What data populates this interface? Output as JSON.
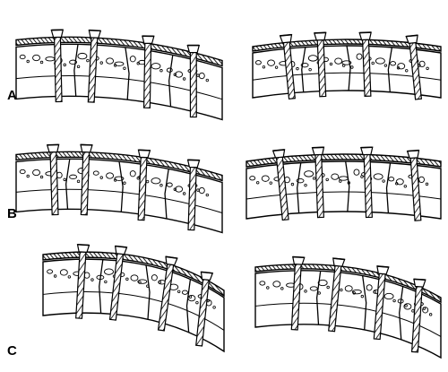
{
  "figure": {
    "rows": [
      {
        "label": "A",
        "left_panel": {
          "screws": 4
        },
        "right_panel": {
          "screws": 4
        }
      },
      {
        "label": "B",
        "left_panel": {
          "screws": 4
        },
        "right_panel": {
          "screws": 4
        }
      },
      {
        "label": "C",
        "left_panel": {
          "screws": 4
        },
        "right_panel": {
          "screws": 4
        }
      }
    ],
    "colors": {
      "ink": "#000000",
      "paper": "#ffffff"
    }
  }
}
